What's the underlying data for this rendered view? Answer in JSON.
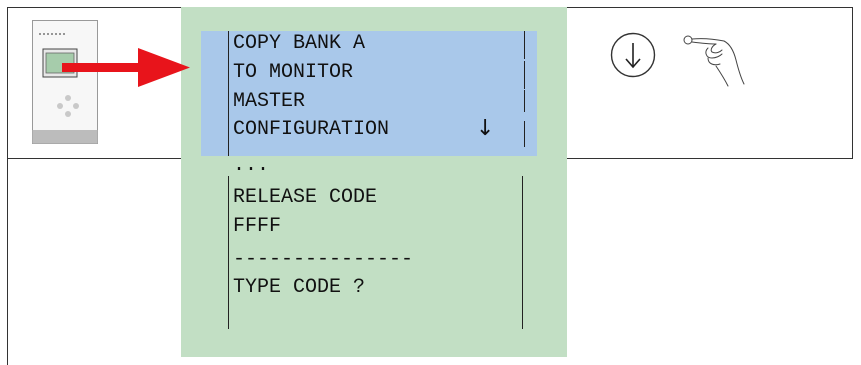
{
  "display": {
    "highlighted_lines": [
      "COPY BANK A",
      "TO MONITOR",
      "MASTER",
      "CONFIGURATION"
    ],
    "scroll_arrow": "↓",
    "ellipsis": "...",
    "release_label": "RELEASE CODE",
    "release_value": "FFFF",
    "separator": "---------------",
    "prompt": "TYPE CODE ?"
  },
  "icons": {
    "device": "controller-device-icon",
    "pointer_arrow": "right-arrow-icon",
    "down_key": "down-arrow-key-icon",
    "hand": "pressing-hand-icon"
  },
  "colors": {
    "panel": "#c2dfc4",
    "highlight": "#a9c8ea",
    "arrow": "#e8141b"
  }
}
